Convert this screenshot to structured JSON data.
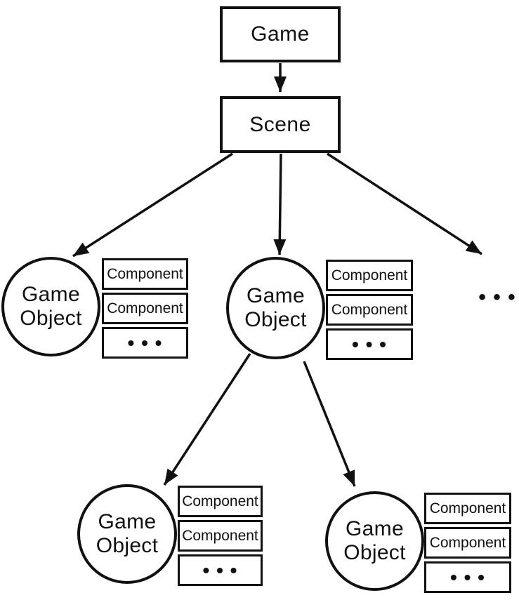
{
  "colors": {
    "stroke": "#111111",
    "background": "#ffffff",
    "text": "#111111"
  },
  "root": {
    "label": "Game"
  },
  "scene": {
    "label": "Scene"
  },
  "ellipsis_siblings": "• • •",
  "game_objects": [
    {
      "id": "object-1",
      "label": "Game Object",
      "components": [
        "Component",
        "Component",
        "• • •"
      ]
    },
    {
      "id": "object-2",
      "label": "Game Object",
      "components": [
        "Component",
        "Component",
        "• • •"
      ]
    },
    {
      "id": "object-3",
      "label": "Game Object",
      "components": [
        "Component",
        "Component",
        "• • •"
      ]
    },
    {
      "id": "object-4",
      "label": "Game Object",
      "components": [
        "Component",
        "Component",
        "• • •"
      ]
    }
  ]
}
